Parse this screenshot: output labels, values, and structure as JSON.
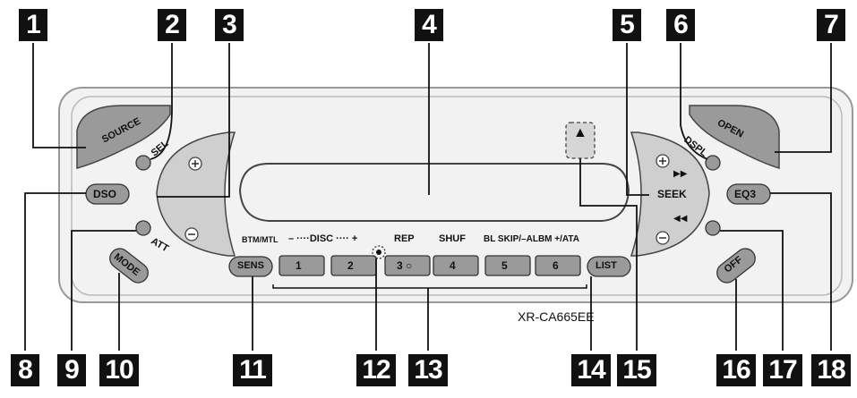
{
  "callouts": [
    "1",
    "2",
    "3",
    "4",
    "5",
    "6",
    "7",
    "8",
    "9",
    "10",
    "11",
    "12",
    "13",
    "14",
    "15",
    "16",
    "17",
    "18"
  ],
  "buttons": {
    "source": "SOURCE",
    "sel": "SEL",
    "open": "OPEN",
    "dspl": "DSPL",
    "dso": "DSO",
    "eq3": "EQ3",
    "att": "ATT",
    "mode": "MODE",
    "sens": "SENS",
    "list": "LIST",
    "off": "OFF",
    "seek": "SEEK"
  },
  "labels": {
    "btm_mtl": "BTM/MTL",
    "disc": "– ····DISC ···· +",
    "rep": "REP",
    "shuf": "SHUF",
    "bl_skip": "BL SKIP/–ALBM +/ATA",
    "eject": "▲"
  },
  "presets": [
    "1",
    "2",
    "3 ○",
    "4",
    "5",
    "6"
  ],
  "model": "XR-CA665EE"
}
